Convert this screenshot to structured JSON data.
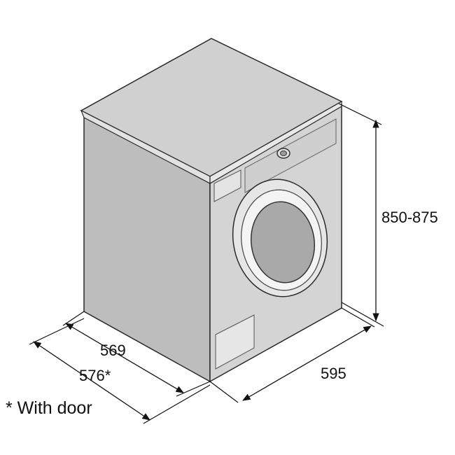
{
  "dimensions": {
    "height": "850-875",
    "width": "595",
    "depth": "569",
    "depth_with_door": "576*"
  },
  "footnote": "* With door",
  "colors": {
    "side_panel": "#b9b9b9",
    "front_panel": "#d3d3d3",
    "top_panel": "#cfcfcf",
    "outline": "#2a2a2a",
    "door_glass": "#a9a9a9",
    "dimension_line": "#111111"
  }
}
